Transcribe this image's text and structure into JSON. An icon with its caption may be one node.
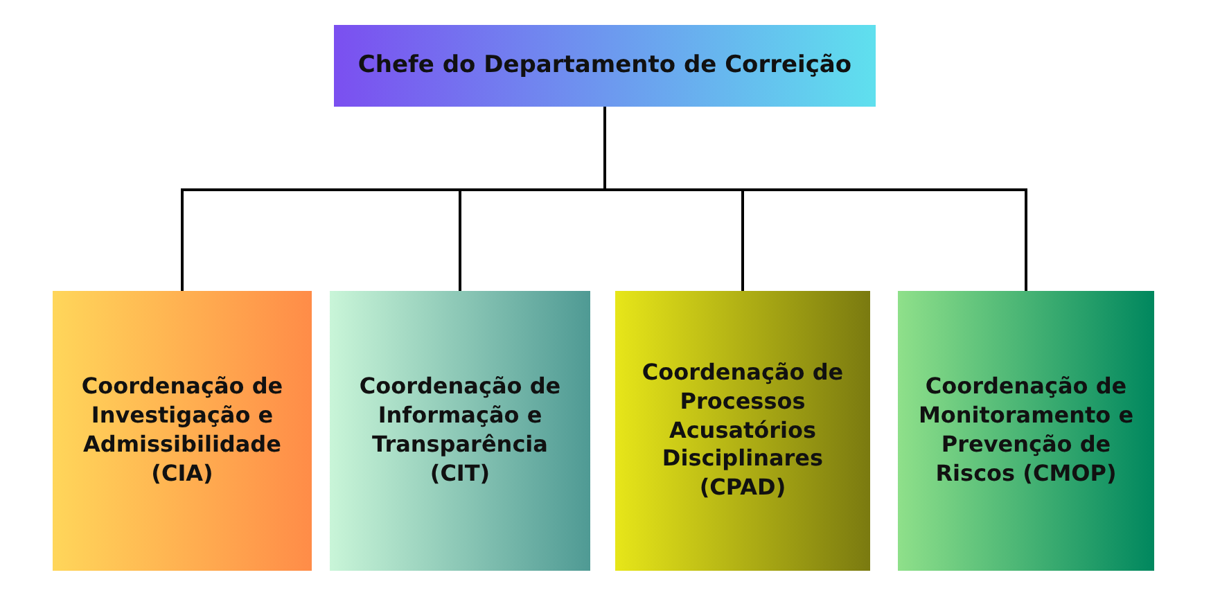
{
  "diagram": {
    "nodes": [
      {
        "text": [
          "Chefe do Departamento de Correição"
        ]
      },
      {
        "text": [
          "Coordenação de Investigação e Admissibilidade (CIA)"
        ]
      },
      {
        "text": [
          "Coordenação de Informação e Transparência (CIT)"
        ]
      },
      {
        "text": [
          "Coordenação de Processos Acusatórios Disciplinares (CPAD)"
        ]
      },
      {
        "text": [
          "Coordenação de Monitoramento e Prevenção de Riscos (CMOP)"
        ]
      }
    ],
    "edges": [
      {
        "from": 0,
        "to": 1,
        "arrow": "none"
      },
      {
        "from": 0,
        "to": 2,
        "arrow": "none"
      },
      {
        "from": 0,
        "to": 3,
        "arrow": "none"
      },
      {
        "from": 0,
        "to": 4,
        "arrow": "none"
      }
    ]
  }
}
